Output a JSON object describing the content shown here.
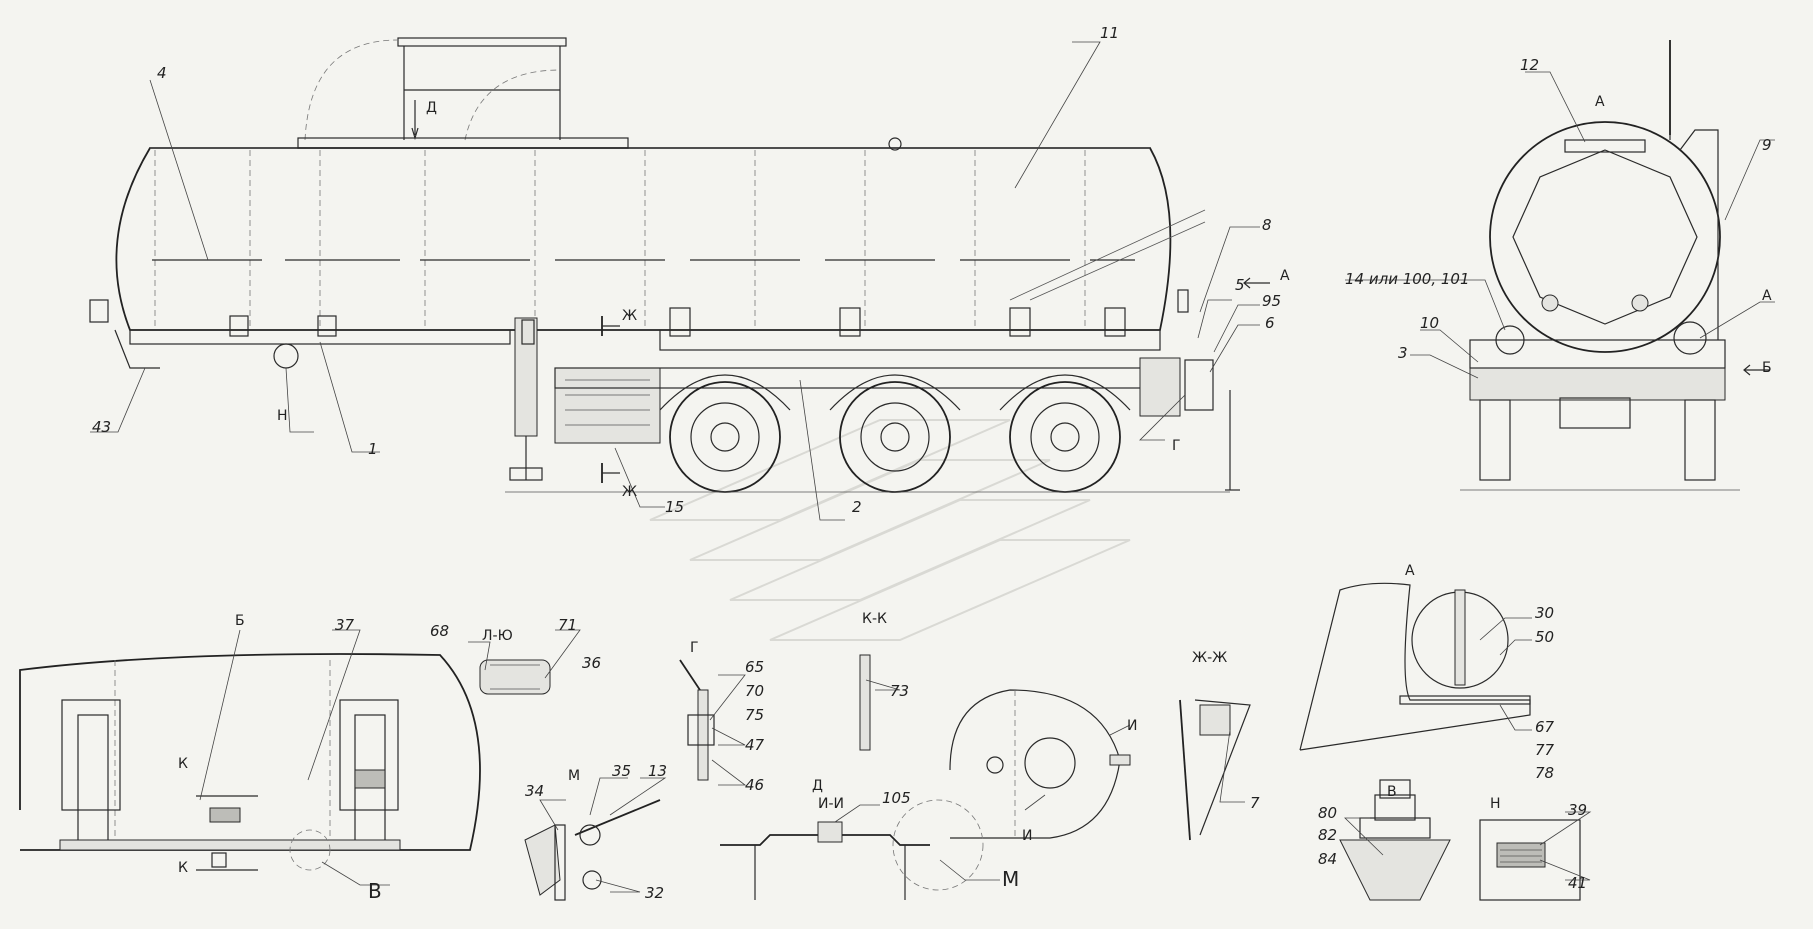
{
  "callouts": {
    "n1": "1",
    "n2": "2",
    "n3": "3",
    "n4": "4",
    "n5": "5",
    "n6": "6",
    "n7": "7",
    "n8": "8",
    "n9": "9",
    "n10": "10",
    "n11": "11",
    "n12": "12",
    "n13": "13",
    "n14": "14 или 100, 101",
    "n15": "15",
    "n30": "30",
    "n32": "32",
    "n34": "34",
    "n35": "35",
    "n36": "36",
    "n37": "37",
    "n39": "39",
    "n41": "41",
    "n43": "43",
    "n46": "46",
    "n47": "47",
    "n50": "50",
    "n65": "65",
    "n67": "67",
    "n68": "68",
    "n70": "70",
    "n71": "71",
    "n73": "73",
    "n75": "75",
    "n77": "77",
    "n78": "78",
    "n80": "80",
    "n82": "82",
    "n84": "84",
    "n95": "95",
    "n105": "105"
  },
  "views": {
    "a_top": "А",
    "a_arrow": "А",
    "a_side": "А",
    "a_detail": "А",
    "b_arrow": "Б",
    "b_detail": "Б",
    "g_side": "Г",
    "g_detail": "Г",
    "d_top": "Д",
    "d_detail": "Д",
    "zh1": "Ж",
    "zh2": "Ж",
    "zh_section": "Ж-Ж",
    "i1": "И",
    "i2": "И",
    "i_section": "И-И",
    "k1": "К",
    "k2": "К",
    "k_section": "К-К",
    "n_side": "Н",
    "n_detail": "Н",
    "m_detail": "М",
    "m_callout": "М",
    "v_detail": "В",
    "v_callout": "В",
    "lyu": "Л-Ю"
  }
}
